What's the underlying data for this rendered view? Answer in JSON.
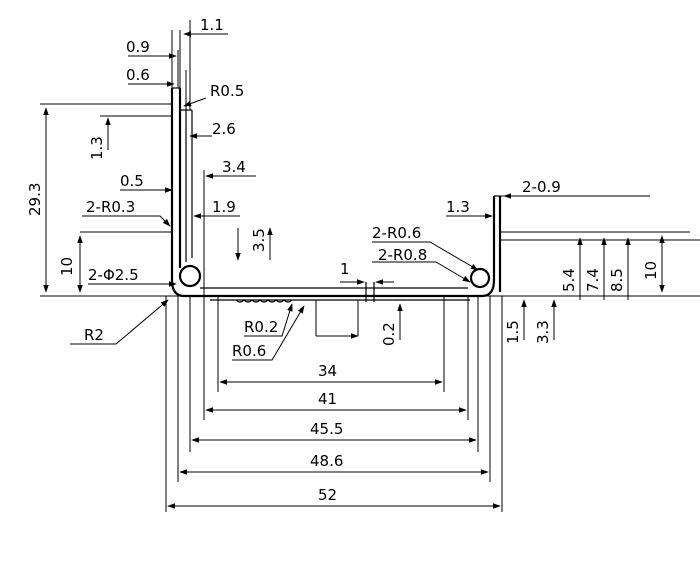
{
  "drawing": {
    "labels": {
      "d_1_1": "1.1",
      "d_0_9": "0.9",
      "d_0_6": "0.6",
      "r_0_5": "R0.5",
      "d_1_3_left": "1.3",
      "d_2_6": "2.6",
      "d_29_3": "29.3",
      "d_3_4": "3.4",
      "d_0_5": "0.5",
      "d_2_r0_3": "2-R0.3",
      "d_1_9": "1.9",
      "d_3_5": "3.5",
      "d_10_left": "10",
      "d_2_phi_2_5": "2-Φ2.5",
      "r_2": "R2",
      "r_0_2": "R0.2",
      "r_0_6": "R0.6",
      "d_1": "1",
      "d_0_2": "0.2",
      "d_2_r0_6": "2-R0.6",
      "d_2_r0_8": "2-R0.8",
      "d_1_3_right": "1.3",
      "d_2_0_9": "2-0.9",
      "d_5_4": "5.4",
      "d_7_4": "7.4",
      "d_8_5": "8.5",
      "d_10_right": "10",
      "d_1_5": "1.5",
      "d_3_3": "3.3",
      "w_34": "34",
      "w_41": "41",
      "w_45_5": "45.5",
      "w_48_6": "48.6",
      "w_52": "52"
    }
  }
}
